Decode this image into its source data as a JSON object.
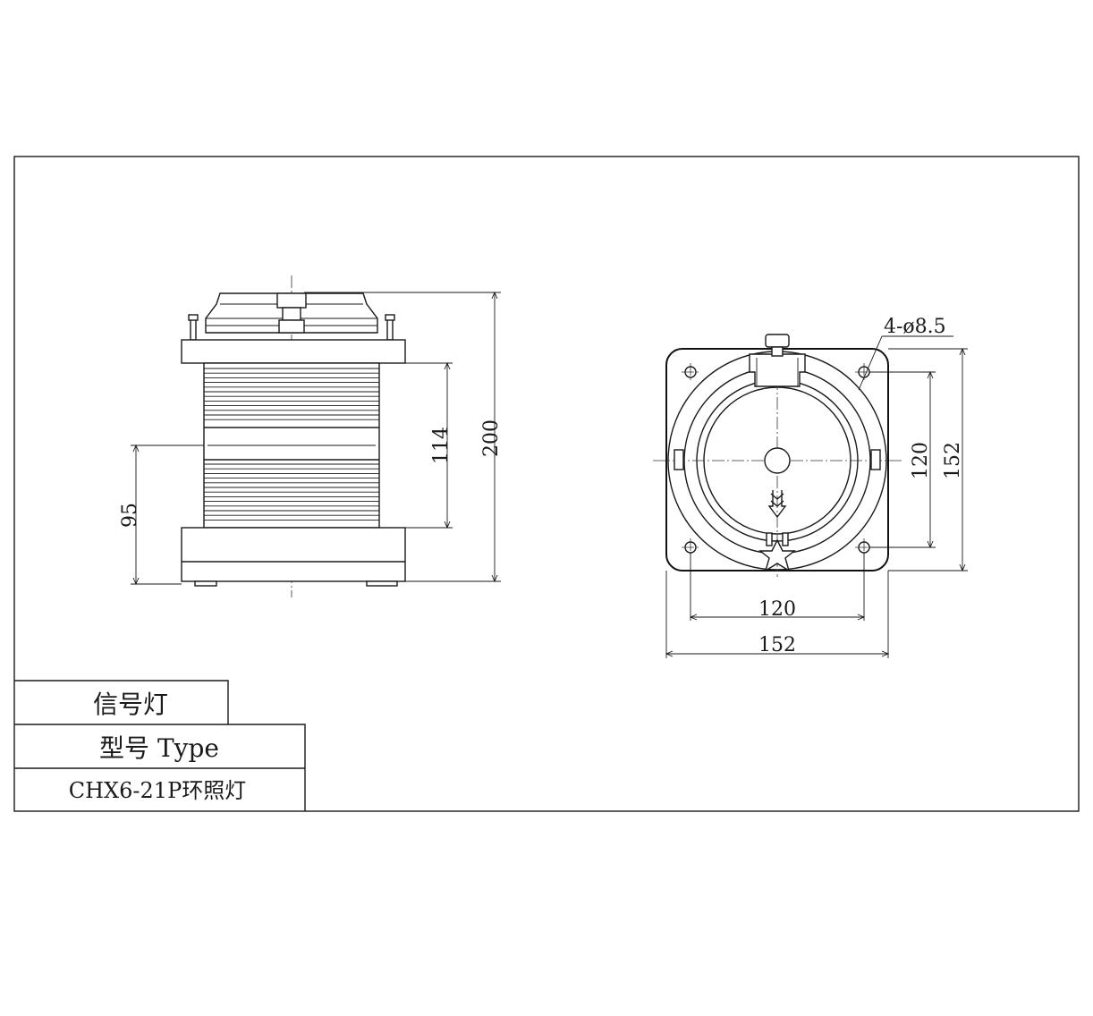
{
  "dimensions": {
    "height_overall": "200",
    "height_lens": "114",
    "height_center": "95",
    "bolt_spacing_v": "120",
    "flange_width_v": "152",
    "bolt_spacing_h": "120",
    "flange_width_h": "152",
    "hole_callout": "4-ø8.5"
  },
  "title_block": {
    "name": "信号灯",
    "type_label": "型号 Type",
    "model": "CHX6-21P环照灯"
  }
}
